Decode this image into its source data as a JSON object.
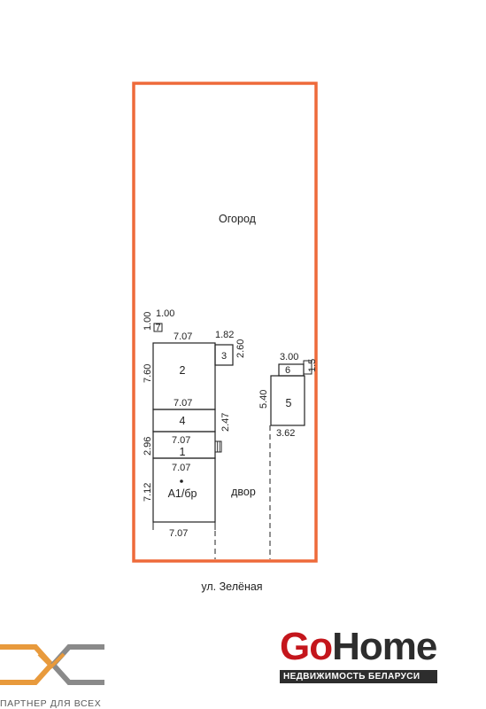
{
  "plan": {
    "garden_label": "Огород",
    "yard_label": "двор",
    "street_label": "ул. Зелёная",
    "boundary_color": "#ee6a3a",
    "rooms": {
      "r1": "1",
      "r2": "2",
      "r3": "3",
      "r4": "4",
      "r5": "5",
      "r6": "6",
      "r7": "7",
      "main_house": "А1/бр"
    },
    "dimensions": {
      "d1_00_top": "1.00",
      "d1_00_side": "1.00",
      "d7_07_top": "7.07",
      "d1_82": "1.82",
      "d2_60": "2.60",
      "d7_60": "7.60",
      "d7_07_mid": "7.07",
      "d2_47": "2.47",
      "d2_96": "2.96",
      "d7_07_r1": "7.07",
      "d7_07_main": "7.07",
      "d7_12": "7.12",
      "d7_07_bottom": "7.07",
      "d3_00": "3.00",
      "d1_5": "1.5",
      "d5_40": "5.40",
      "d3_62": "3.62"
    }
  },
  "branding": {
    "partner_tagline": "ПАРТНЕР ДЛЯ ВСЕХ",
    "gohome_go": "Go",
    "gohome_home": "Home",
    "gohome_subtitle": "НЕДВИЖИМОСТЬ БЕЛАРУСИ",
    "gohome_red": "#c4161c",
    "gohome_dark": "#2d2d2d",
    "partner_color": "#e89a3c"
  }
}
